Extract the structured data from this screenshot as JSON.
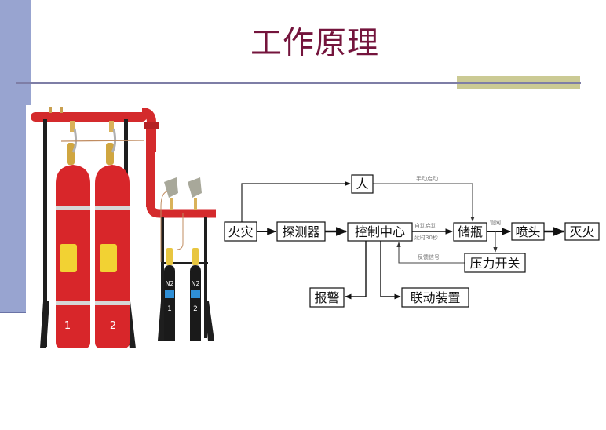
{
  "slide": {
    "title": "工作原理",
    "colors": {
      "left_bar": "#98a4d0",
      "title": "#74143c",
      "rule": "#7e7ea6",
      "accent_block": "#cbca94",
      "cylinder_red": "#d8262a",
      "frame_black": "#1e1e1e"
    }
  },
  "photo": {
    "subject": "fire-suppression-cylinder-system",
    "agent_cylinders": [
      "1",
      "2"
    ],
    "nitrogen_cylinders": [
      {
        "gas": "N2",
        "number": "1"
      },
      {
        "gas": "N2",
        "number": "2"
      }
    ]
  },
  "diagram": {
    "nodes": {
      "fire": "火灾",
      "detector": "探测器",
      "control_center": "控制中心",
      "person": "人",
      "storage_bottle": "储瓶",
      "nozzle": "喷头",
      "extinguish": "灭火",
      "pressure_switch": "压力开关",
      "alarm": "报警",
      "linkage_device": "联动装置"
    },
    "edge_labels": {
      "manual_start": "手动启动",
      "auto_start": "自动启动",
      "delay": "延时30秒",
      "pipe_network": "管网",
      "feedback_signal": "反馈信号"
    },
    "edges": [
      {
        "from": "fire",
        "to": "detector"
      },
      {
        "from": "detector",
        "to": "control_center"
      },
      {
        "from": "fire",
        "to": "person"
      },
      {
        "from": "person",
        "to": "storage_bottle",
        "label": "手动启动"
      },
      {
        "from": "control_center",
        "to": "storage_bottle",
        "label": "自动启动 延时30秒"
      },
      {
        "from": "storage_bottle",
        "to": "nozzle",
        "label": "管网"
      },
      {
        "from": "storage_bottle",
        "to": "pressure_switch"
      },
      {
        "from": "nozzle",
        "to": "extinguish"
      },
      {
        "from": "pressure_switch",
        "to": "control_center",
        "label": "反馈信号"
      },
      {
        "from": "control_center",
        "to": "alarm"
      },
      {
        "from": "control_center",
        "to": "linkage_device"
      }
    ]
  }
}
